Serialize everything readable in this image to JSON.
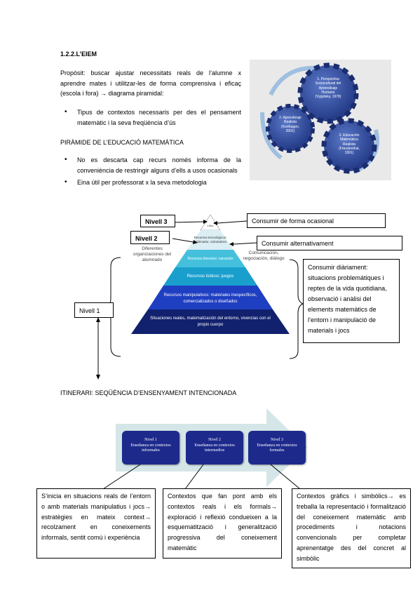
{
  "section_title": "1.2.2.L’EIEM",
  "purpose_text": "Propòsit: buscar ajustar necessitats reals de l’alumne x aprendre mates i utilitzar-les de forma comprensiva i eficaç (escola i fora) → diagrama piramidal:",
  "bullets_1": [
    "Tipus de contextos necessaris per des el pensament matemàtic i la seva freqüència d’ús"
  ],
  "pyramid_title": "PIRÀMIDE DE L’EDUCACIÓ MATEMÀTICA",
  "bullets_2": [
    "No es descarta cap recurs només informa de la conveniència de restringir alguns d’ells a usos ocasionals",
    "Eina útil per professorat x la seva metodologia"
  ],
  "gears": {
    "gear1": [
      "1. Perspectiva",
      "Sociocultural del",
      "Aprendizaje",
      "Humano",
      "(Vygotsky, 1978)"
    ],
    "gear2": [
      "2. Aprendizaje",
      "Realista",
      "(Korthagen,",
      "2001)"
    ],
    "gear3": [
      "3. Educación",
      "Matemática",
      "Realista",
      "(Freudenthal,",
      "1991)"
    ]
  },
  "pyramid": {
    "layers": [
      "Libro",
      "Recursos tecnológicos: ordenador, calculadora",
      "Recursos literarios: narración",
      "Recursos lúdicos: juegos",
      "Recursos manipulativos: materiales inespecíficos, comercializados o diseñados",
      "Situaciones reales, matematización del entorno, vivencias con el propio cuerpo"
    ],
    "left_caption": "Diferentes organizaciones del alumnado",
    "right_caption": "Comunicación, negociación, diálogo",
    "colors": [
      "#ffffff",
      "#dbeef4",
      "#45c0dc",
      "#1a9fcd",
      "#1f3fc2",
      "#12216e"
    ]
  },
  "levels": {
    "nivell3": "Nivell 3",
    "nivell2": "Nivell 2",
    "nivell1": "Nivell 1"
  },
  "consumption": {
    "occasional": "Consumir de forma ocasional",
    "alternative": "Consumir alternativament",
    "daily": "Consumir diàriament: situacions problemàtiques i reptes de la vida quotidiana, observació i anàlisi del elements matemàtics de l’entorn i manipulació de materials i jocs"
  },
  "itinerary_title": "ITINERARI: SEQÜÈNCIA D’ENSENYAMENT INTENCIONADA",
  "stages": [
    {
      "title": "Nivel 1",
      "line1": "Enseñanza en contextos",
      "line2": "informales"
    },
    {
      "title": "Nivel 2",
      "line1": "Enseñanza en contextos",
      "line2": "intermedios"
    },
    {
      "title": "Nivel 3",
      "line1": "Enseñanza en contextos",
      "line2": "formales"
    }
  ],
  "stage_descriptions": [
    "S’inicia en situacions reals de l’entorn o amb materials manipulatius i jocs→ estratègies en mateix context→ recolzament en coneixements informals, sentit comú i experiència",
    "Contextos que fan pont amb els contextos reals i els formals→ exploració i reflexió condueixen a la esquematització i generalització progressiva del coneixement matemàtic",
    "Contextos gràfics i simbòlics→ es treballa la representació i formalització del coneixement matemàtic amb procediments i notacions convencionals per completar aprenentatge des del concret al simbòlic"
  ]
}
